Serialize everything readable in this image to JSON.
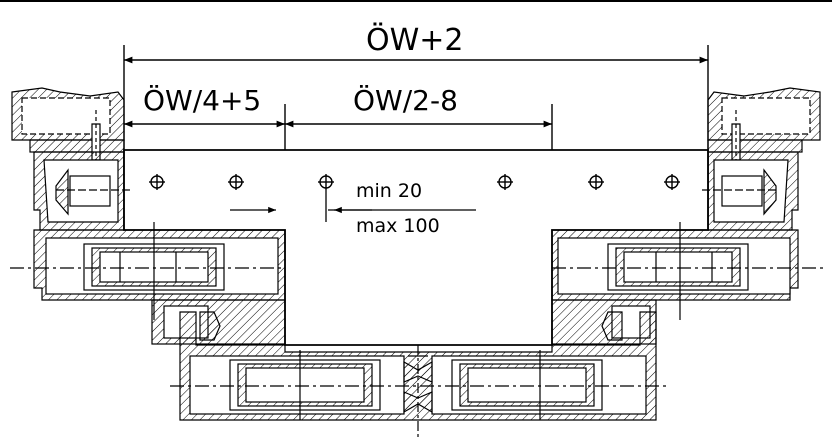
{
  "dimensions": {
    "overall": "ÖW+2",
    "left_segment": "ÖW/4+5",
    "center_segment": "ÖW/2-8"
  },
  "overlap_note": {
    "min": "min 20",
    "max": "max 100"
  },
  "colors": {
    "line": "#000000",
    "background": "#ffffff"
  }
}
